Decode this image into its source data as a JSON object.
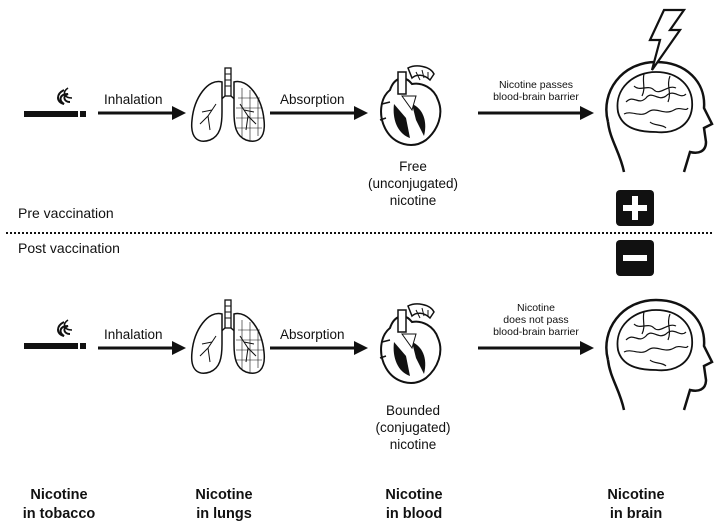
{
  "pre": {
    "inhalation": "Inhalation",
    "absorption": "Absorption",
    "bbb_line1": "Nicotine passes",
    "bbb_line2": "blood-brain barrier",
    "state_line1": "Free",
    "state_line2": "(unconjugated)",
    "state_line3": "nicotine"
  },
  "stage_labels": {
    "pre": "Pre vaccination",
    "post": "Post vaccination"
  },
  "post": {
    "inhalation": "Inhalation",
    "absorption": "Absorption",
    "bbb_line1": "Nicotine",
    "bbb_line2": "does not pass",
    "bbb_line3": "blood-brain barrier",
    "state_line1": "Bounded",
    "state_line2": "(conjugated)",
    "state_line3": "nicotine"
  },
  "footer": [
    {
      "line1": "Nicotine",
      "line2": "in tobacco"
    },
    {
      "line1": "Nicotine",
      "line2": "in lungs"
    },
    {
      "line1": "Nicotine",
      "line2": "in blood"
    },
    {
      "line1": "Nicotine",
      "line2": "in brain"
    }
  ],
  "icons": [
    "cigarette-icon",
    "lungs-icon",
    "heart-icon",
    "brain-head-icon",
    "lightning-icon",
    "plus-icon",
    "minus-icon"
  ]
}
